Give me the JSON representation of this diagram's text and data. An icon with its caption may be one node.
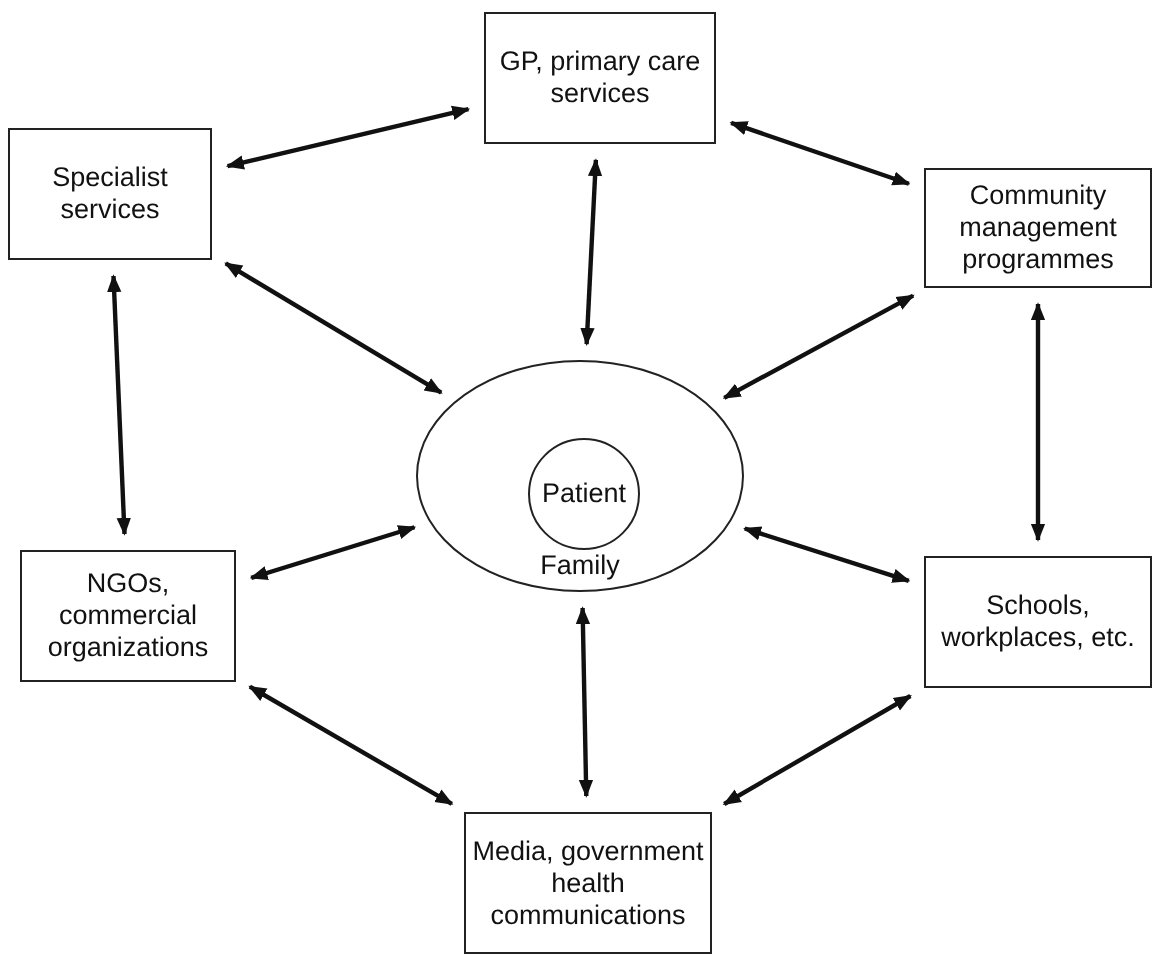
{
  "diagram": {
    "nodes": [
      {
        "text": [
          "GP, primary care services"
        ]
      },
      {
        "text": [
          "Specialist services"
        ]
      },
      {
        "text": [
          "Community management programmes"
        ]
      },
      {
        "text": [
          "Family"
        ]
      },
      {
        "text": [
          "Patient"
        ],
        "in": 3
      },
      {
        "text": [
          "NGOs, commercial organizations"
        ]
      },
      {
        "text": [
          "Schools, workplaces, etc."
        ]
      },
      {
        "text": [
          "Media, government health communications"
        ]
      }
    ],
    "edges": [
      {
        "from": 1,
        "to": 0,
        "arrow": "both"
      },
      {
        "from": 0,
        "to": 2,
        "arrow": "both"
      },
      {
        "from": 0,
        "to": 3,
        "arrow": "both"
      },
      {
        "from": 1,
        "to": 3,
        "arrow": "both"
      },
      {
        "from": 2,
        "to": 3,
        "arrow": "both"
      },
      {
        "from": 1,
        "to": 5,
        "arrow": "both"
      },
      {
        "from": 2,
        "to": 6,
        "arrow": "both"
      },
      {
        "from": 5,
        "to": 3,
        "arrow": "both"
      },
      {
        "from": 6,
        "to": 3,
        "arrow": "both"
      },
      {
        "from": 3,
        "to": 7,
        "arrow": "both"
      },
      {
        "from": 5,
        "to": 7,
        "arrow": "both"
      },
      {
        "from": 6,
        "to": 7,
        "arrow": "both"
      }
    ]
  }
}
